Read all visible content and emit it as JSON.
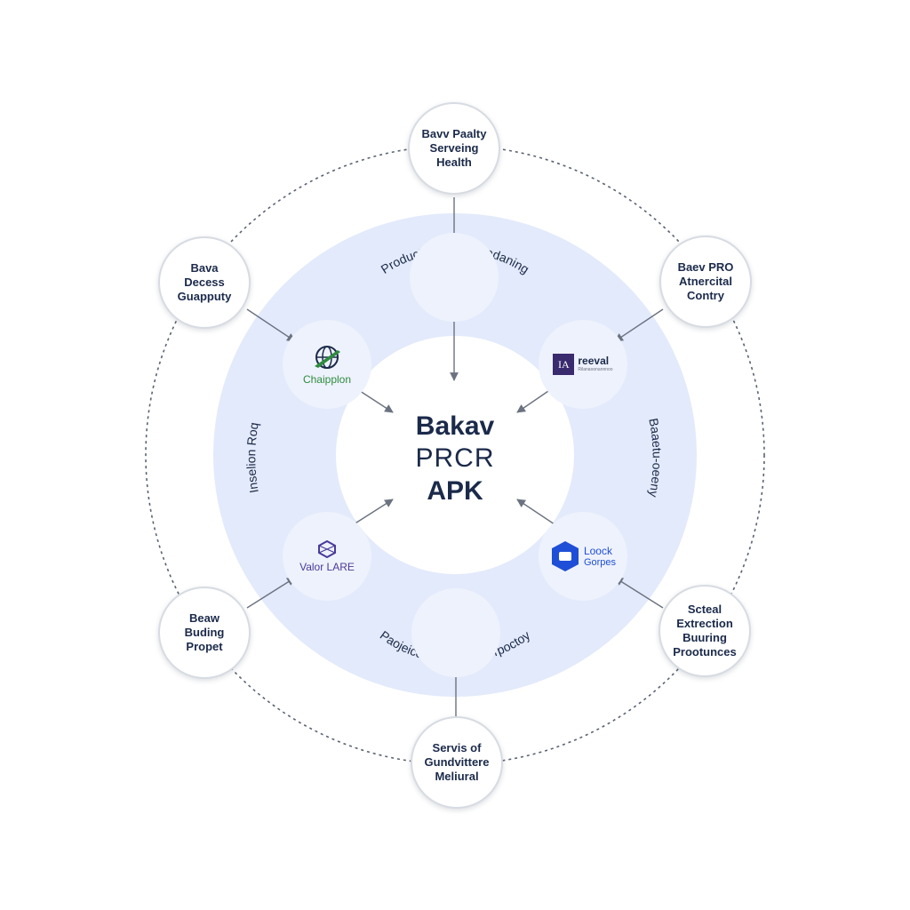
{
  "center": {
    "line1": "Bakav",
    "line2": "PRCR",
    "line3": "APK"
  },
  "outer_nodes": {
    "top": "Bavv Paalty\nServeing\nHealth",
    "top_right": "Baev PRO\nAtnercital\nContry",
    "bottom_right": "Scteal\nExtrection\nBuuring\nProotunces",
    "bottom": "Servis of\nGundvittere\nMeliural",
    "bottom_left": "Beaw\nBuding\nPropet",
    "top_left": "Bava\nDecess\nGuapputy"
  },
  "ring_labels": {
    "top": "Product Protrient Padaning",
    "right": "Baaetu-oeeny",
    "bottom": "Paojeices Wraking Corpoctoy",
    "left": "Inselion Roq"
  },
  "inner_nodes": {
    "top_left": {
      "label": "Chaipplon",
      "icon": "globe-pen-icon",
      "color": "#2e8b3e"
    },
    "top_right": {
      "logo_text": "IA",
      "label": "reeval",
      "sublabel": "Rilanaoonannnoo",
      "icon": "square-logo-icon",
      "color": "#3a2a6e"
    },
    "bottom_left": {
      "label": "Valor LARE",
      "icon": "cube-logo-icon",
      "color": "#4a3a9a"
    },
    "bottom_right": {
      "label": "Loock",
      "sublabel": "Gorpes",
      "icon": "shield-logo-icon",
      "color": "#1f4fd6"
    }
  },
  "colors": {
    "ring_fill": "#e3eafb",
    "center_fill": "#ffffff",
    "text_dark": "#1b2a4a",
    "dashed_line": "#5a6272",
    "arrow": "#6b7280"
  }
}
